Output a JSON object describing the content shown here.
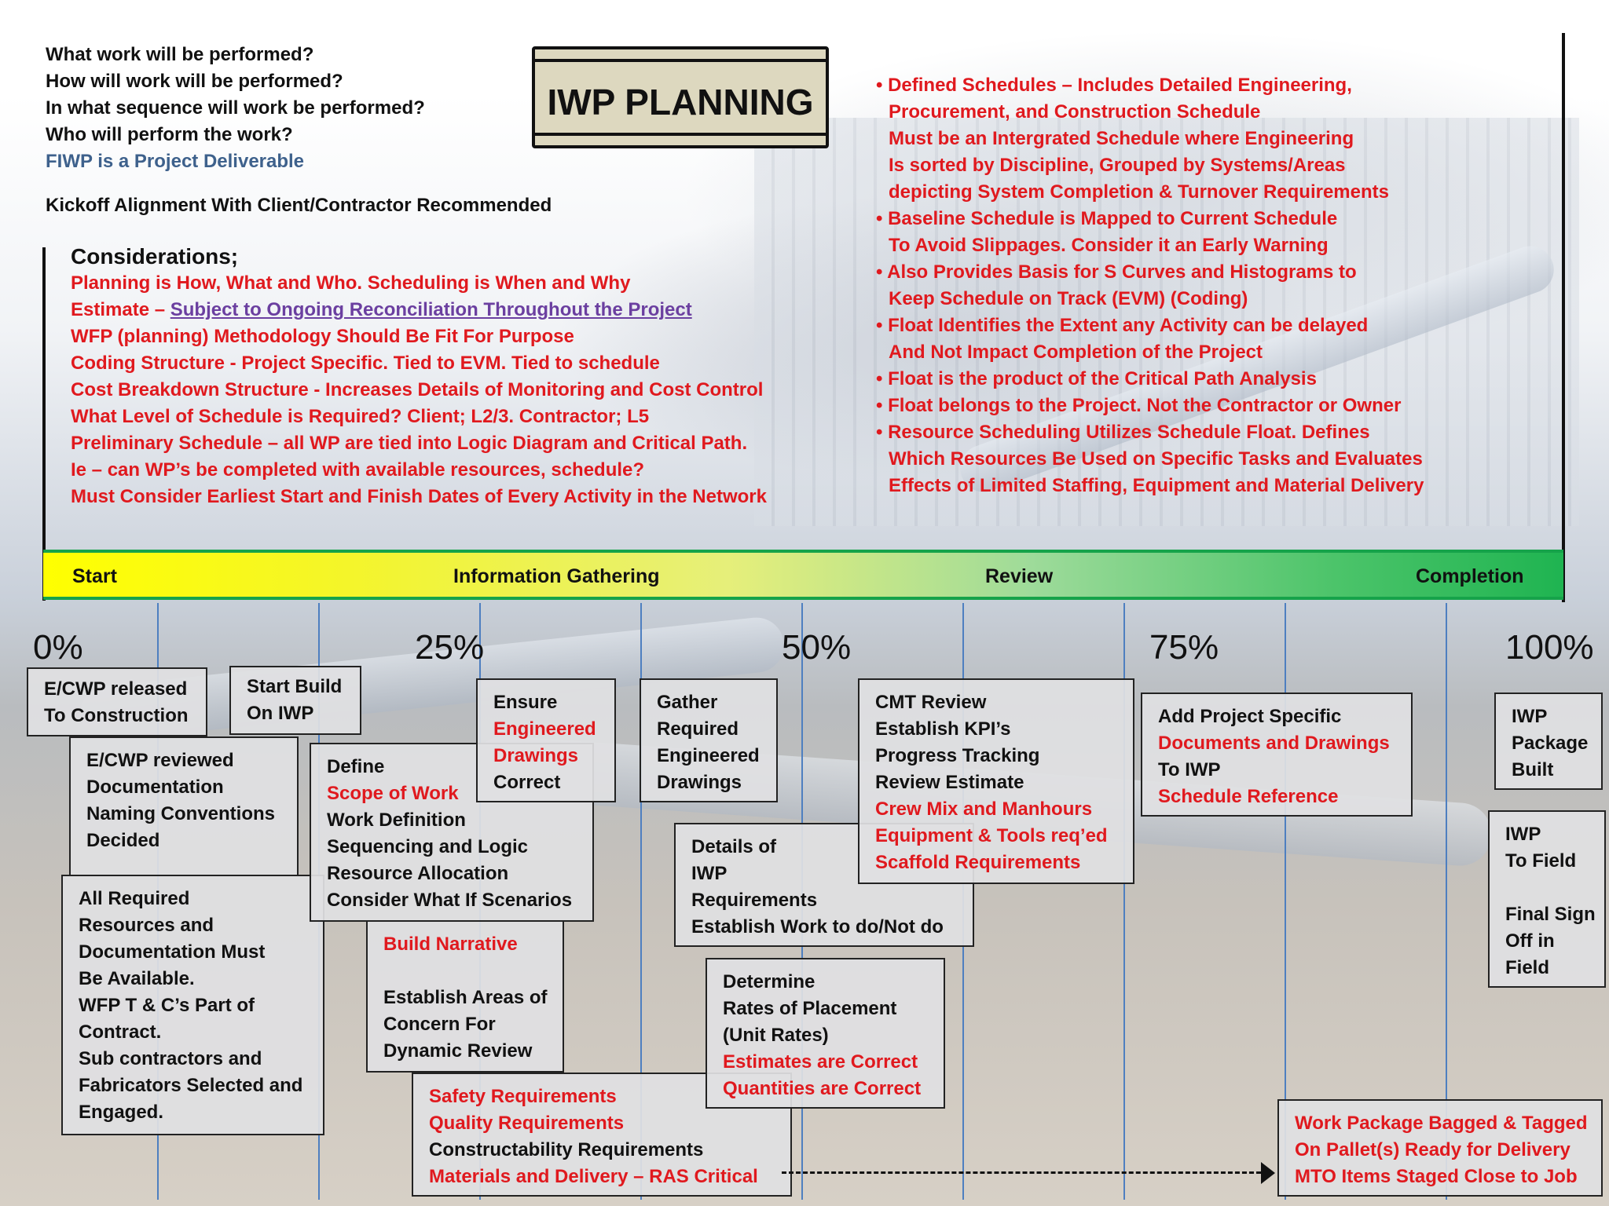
{
  "header": {
    "questions": [
      "What work will be performed?",
      "How will work will be performed?",
      "In what sequence will work be performed?",
      "Who will perform the work?"
    ],
    "deliverable": "FIWP is a Project Deliverable",
    "kickoff": "Kickoff Alignment With Client/Contractor Recommended",
    "title": "IWP PLANNING"
  },
  "considerations": {
    "heading": "Considerations;",
    "line1": "Planning is How, What and Who. Scheduling is When and Why",
    "line2_prefix": "Estimate – ",
    "line2_link": "Subject to Ongoing Reconciliation Throughout the Project ",
    "lines": [
      "WFP (planning) Methodology Should Be Fit For Purpose",
      "Coding Structure - Project Specific. Tied to EVM. Tied to  schedule",
      "Cost Breakdown Structure - Increases Details of Monitoring and Cost Control",
      "What Level of Schedule is Required? Client; L2/3. Contractor; L5",
      "Preliminary Schedule – all WP are tied into Logic Diagram and Critical Path.",
      "Ie – can WP’s be completed with available resources, schedule?",
      "Must Consider Earliest Start and Finish Dates of Every Activity in the Network"
    ]
  },
  "schedule_notes": [
    "• Defined Schedules – Includes Detailed Engineering,",
    "  Procurement, and Construction Schedule",
    "  Must be an Intergrated Schedule where Engineering",
    "  Is sorted by Discipline, Grouped by Systems/Areas",
    "  depicting System Completion & Turnover Requirements",
    "• Baseline Schedule is Mapped to Current Schedule",
    "  To Avoid Slippages. Consider it an Early Warning",
    "• Also Provides Basis for S Curves and Histograms to",
    "  Keep Schedule on Track (EVM) (Coding)",
    "• Float Identifies the Extent any Activity can be delayed",
    "  And Not Impact Completion of the Project",
    "• Float is the product of the Critical Path Analysis",
    "• Float belongs to the Project. Not the Contractor or Owner",
    "• Resource Scheduling Utilizes Schedule Float. Defines",
    "  Which Resources Be Used on Specific Tasks and Evaluates",
    "  Effects of Limited Staffing, Equipment and Material Delivery"
  ],
  "phases": {
    "start": "Start",
    "info": "Information Gathering",
    "review": "Review",
    "completion": "Completion"
  },
  "percent_labels": [
    "0%",
    "25%",
    "50%",
    "75%",
    "100%"
  ],
  "boxes": {
    "ecwp_released": [
      "E/CWP released",
      "To Construction"
    ],
    "start_build": [
      "Start Build",
      "On IWP"
    ],
    "ecwp_reviewed": [
      "E/CWP reviewed",
      "Documentation",
      "Naming Conventions",
      "Decided"
    ],
    "all_required": [
      "All Required",
      "Resources and",
      "Documentation Must",
      "Be Available.",
      "WFP T & C’s Part of",
      "Contract.",
      "Sub contractors and",
      "Fabricators Selected and",
      "Engaged."
    ],
    "define": {
      "l1": "Define",
      "l2": "Scope of Work",
      "rest": [
        "Work Definition",
        "Sequencing and Logic",
        "Resource Allocation",
        "Consider What If Scenarios"
      ]
    },
    "ensure": {
      "l1": "Ensure",
      "l2": "Engineered",
      "l3": "Drawings",
      "l4": "Correct"
    },
    "gather": [
      "Gather",
      "Required",
      "Engineered",
      "Drawings"
    ],
    "narrative": {
      "l1": "Build Narrative",
      "rest": [
        "Establish Areas of",
        "Concern For",
        "Dynamic Review"
      ]
    },
    "safety": {
      "l1": "Safety Requirements",
      "l2": "Quality Requirements",
      "l3": "Constructability Requirements",
      "l4": "Materials and Delivery – RAS Critical"
    },
    "details": [
      "Details of",
      "IWP",
      "Requirements",
      "Establish Work to do/Not do"
    ],
    "determine": {
      "black": [
        "Determine",
        "Rates of Placement",
        "(Unit Rates)"
      ],
      "red": [
        "Estimates are Correct",
        "Quantities are Correct"
      ]
    },
    "cmt": {
      "black": [
        "CMT Review",
        "Establish KPI’s",
        "Progress Tracking",
        "Review Estimate"
      ],
      "red": [
        "Crew Mix and Manhours",
        "Equipment & Tools req’ed",
        "Scaffold Requirements"
      ]
    },
    "add_project": {
      "l1": "Add Project Specific",
      "l2": "Documents and Drawings",
      "l3": "To IWP",
      "l4": "Schedule Reference"
    },
    "package_built": [
      "IWP",
      "Package",
      "Built"
    ],
    "to_field": [
      "IWP",
      "To Field",
      "",
      "Final Sign",
      "Off in",
      "Field"
    ],
    "bagged": [
      "Work Package Bagged & Tagged",
      "On Pallet(s) Ready for Delivery",
      "MTO Items Staged Close to Job"
    ]
  }
}
